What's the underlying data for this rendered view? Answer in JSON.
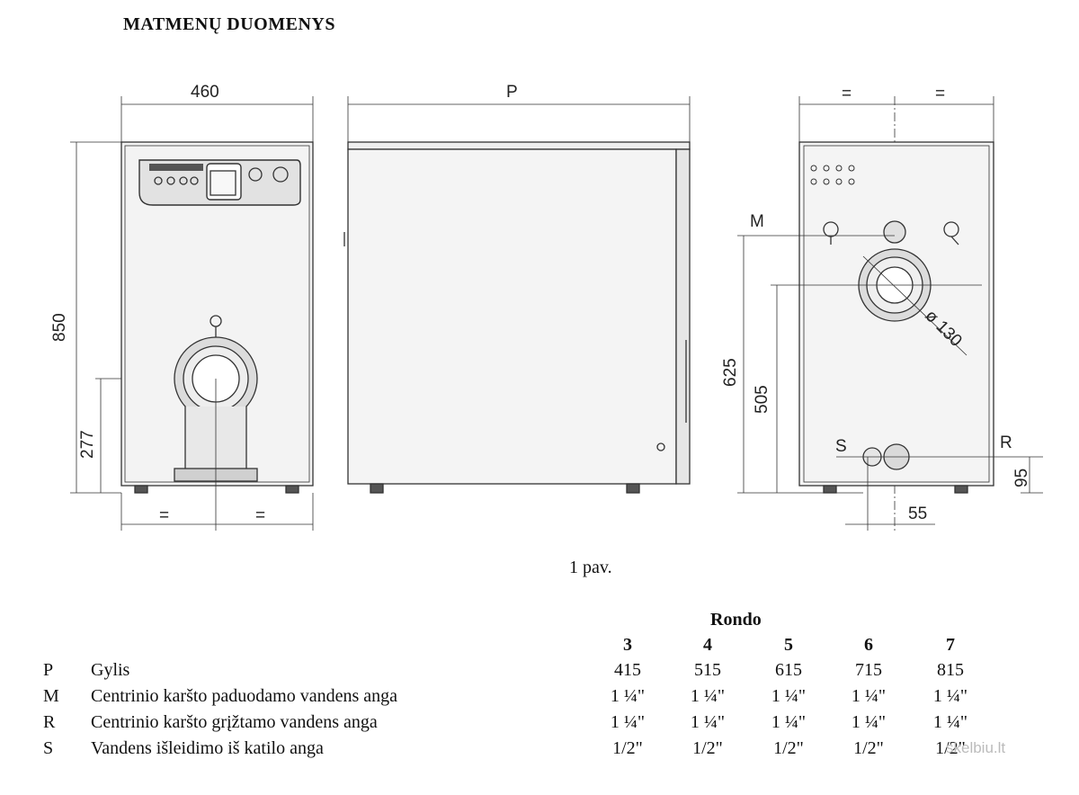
{
  "heading": "MATMENŲ DUOMENYS",
  "caption": "1 pav.",
  "drawing": {
    "front_width": "460",
    "front_height": "850",
    "front_burner_height": "277",
    "front_equal_left": "=",
    "front_equal_right": "=",
    "side_depth": "P",
    "rear_equal_left": "=",
    "rear_equal_right": "=",
    "label_m": "M",
    "label_s": "S",
    "label_r": "R",
    "flue_diameter": "ø 130",
    "height_625": "625",
    "height_505": "505",
    "height_95": "95",
    "width_55": "55"
  },
  "table": {
    "title": "Rondo",
    "models": [
      "3",
      "4",
      "5",
      "6",
      "7"
    ],
    "rows": [
      {
        "code": "P",
        "label": "Gylis",
        "values": [
          "415",
          "515",
          "615",
          "715",
          "815"
        ]
      },
      {
        "code": "M",
        "label": "Centrinio karšto paduodamo vandens anga",
        "values": [
          "1 ¼\"",
          "1 ¼\"",
          "1 ¼\"",
          "1 ¼\"",
          "1 ¼\""
        ]
      },
      {
        "code": "R",
        "label": "Centrinio karšto grįžtamo vandens anga",
        "values": [
          "1 ¼\"",
          "1 ¼\"",
          "1 ¼\"",
          "1 ¼\"",
          "1 ¼\""
        ]
      },
      {
        "code": "S",
        "label": "Vandens išleidimo iš katilo anga",
        "values": [
          "1/2\"",
          "1/2\"",
          "1/2\"",
          "1/2\"",
          "1/2\""
        ]
      }
    ]
  },
  "watermark": "skelbiu.lt"
}
